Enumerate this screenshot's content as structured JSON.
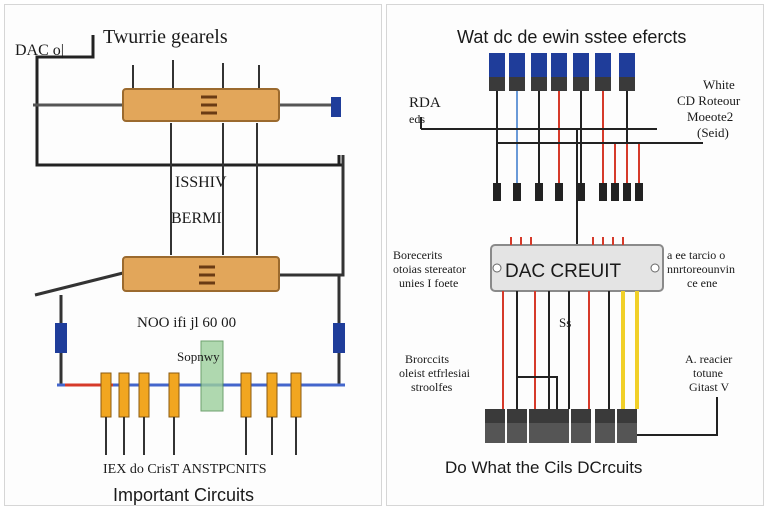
{
  "left": {
    "corner_label": "DAC o|",
    "title": "Twurrie gearels",
    "mid_label_1": "ISSHIV",
    "mid_label_2": "BERMI",
    "lower_label": "NOO ifi jl 60 00",
    "lower_label_2": "Sopnwy",
    "bottom_label": "IEX do CrisT  ANSTPCNITS",
    "footer": "Important Circuits"
  },
  "right": {
    "title": "Wat dc de ewin sstee efercts",
    "left_label_1": [
      "RDA",
      "eds"
    ],
    "right_label_1": [
      "White",
      "CD Roteour",
      "Moeote2",
      "(Seid)"
    ],
    "chip_label": "DAC CREUIT",
    "left_label_2": [
      "Borecerits",
      "otoias stereator",
      "unies I foete"
    ],
    "right_label_2": [
      "a ee tarcio o",
      "nnrtoreounvin",
      "ce ene"
    ],
    "center_label": "Ss",
    "left_label_3": [
      "Brorccits",
      "oleist etfrlesiai",
      "stroolfes"
    ],
    "right_label_3": [
      "A. reacier",
      "totune",
      "Gitast V"
    ],
    "footer": "Do What the Cils DCrcuits"
  },
  "colors": {
    "resistor": "#e2a65a",
    "resistor_edge": "#9b6a2e",
    "wire": "#222222",
    "blue": "#1f3d9a",
    "red": "#d63a2a",
    "yellow": "#f1d028",
    "chip": "#e4e4e4",
    "dark_connector": "#3a3a3a"
  }
}
